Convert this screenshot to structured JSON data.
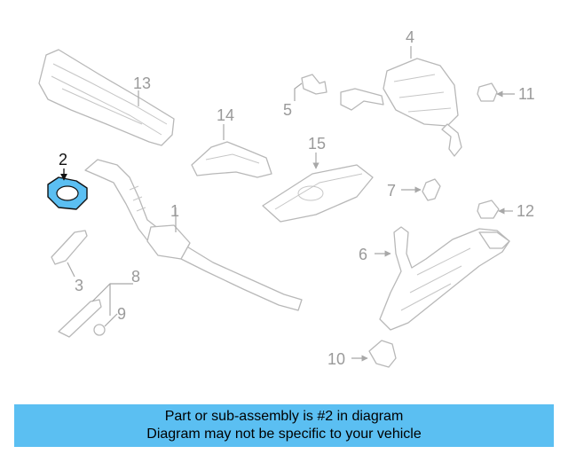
{
  "diagram": {
    "highlight_color": "#5bbff2",
    "highlighted_part": "2",
    "callouts": [
      "1",
      "2",
      "3",
      "4",
      "5",
      "6",
      "7",
      "8",
      "9",
      "10",
      "11",
      "12",
      "13",
      "14",
      "15"
    ]
  },
  "banner": {
    "line1": "Part or sub-assembly is #2 in diagram",
    "line2": "Diagram may not be specific to your vehicle",
    "background": "#5bbff2"
  }
}
